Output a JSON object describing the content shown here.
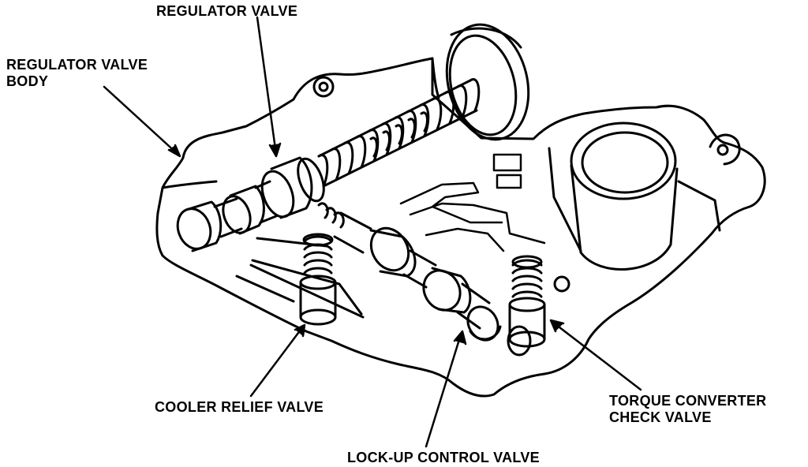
{
  "labels": {
    "regulator_valve": "REGULATOR VALVE",
    "regulator_valve_body_line1": "REGULATOR VALVE",
    "regulator_valve_body_line2": "BODY",
    "cooler_relief_valve": "COOLER RELIEF VALVE",
    "lock_up_control_valve": "LOCK-UP CONTROL VALVE",
    "torque_converter_check_valve_line1": "TORQUE CONVERTER",
    "torque_converter_check_valve_line2": "CHECK VALVE"
  },
  "colors": {
    "ink": "#000000",
    "paper": "#ffffff"
  }
}
